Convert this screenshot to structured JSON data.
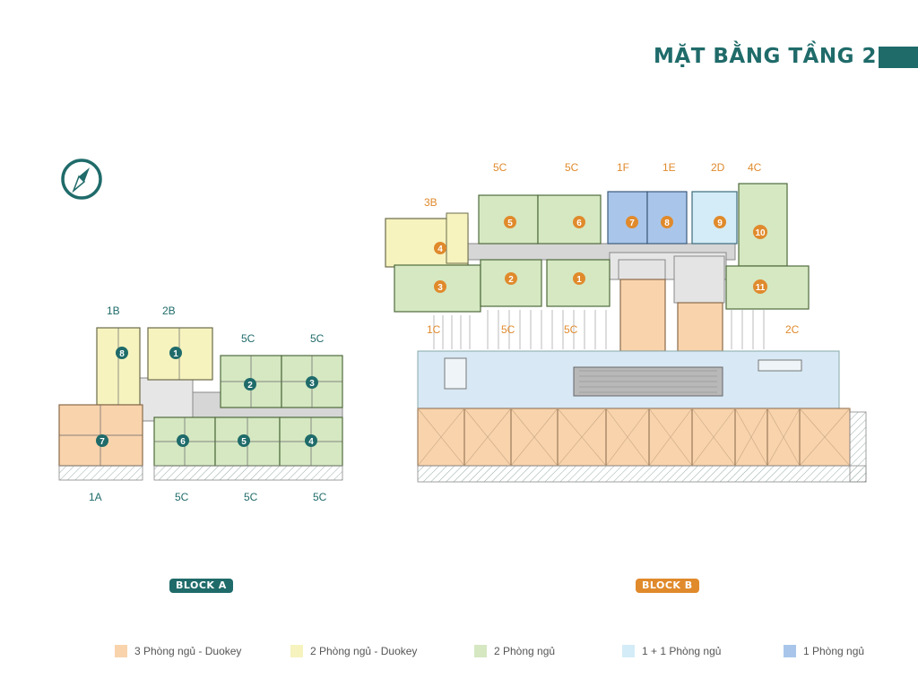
{
  "header": {
    "title": "MẶT BẰNG TẦNG 2"
  },
  "colors": {
    "brand_teal": "#1f6b6a",
    "block_b_orange": "#e08a2c",
    "three_bed_duokey": "#f8d3ac",
    "two_bed_duokey": "#f6f3bf",
    "two_bed": "#d5e8c2",
    "one_plus_one": "#d4ecf7",
    "one_bed": "#a9c6ea"
  },
  "block_a": {
    "label": "BLOCK A",
    "unit_types": {
      "1B": "1B",
      "2B": "2B",
      "5C_1": "5C",
      "5C_2": "5C",
      "1A": "1A",
      "5C_3": "5C",
      "5C_4": "5C",
      "5C_5": "5C"
    },
    "numbers": {
      "n1": "1",
      "n2": "2",
      "n3": "3",
      "n4": "4",
      "n5": "5",
      "n6": "6",
      "n7": "7",
      "n8": "8"
    }
  },
  "block_b": {
    "label": "BLOCK B",
    "unit_types": {
      "5C_1": "5C",
      "5C_2": "5C",
      "1F": "1F",
      "1E": "1E",
      "2D": "2D",
      "4C": "4C",
      "3B": "3B",
      "1C": "1C",
      "5C_3": "5C",
      "5C_4": "5C",
      "2C": "2C"
    },
    "numbers": {
      "n1": "1",
      "n2": "2",
      "n3": "3",
      "n4": "4",
      "n5": "5",
      "n6": "6",
      "n7": "7",
      "n8": "8",
      "n9": "9",
      "n10": "10",
      "n11": "11"
    }
  },
  "legend": [
    {
      "label": "3 Phòng ngủ - Duokey",
      "color": "#f8d3ac"
    },
    {
      "label": "2 Phòng ngủ - Duokey",
      "color": "#f6f3bf"
    },
    {
      "label": "2 Phòng ngủ",
      "color": "#d5e8c2"
    },
    {
      "label": "1 + 1 Phòng ngủ",
      "color": "#d4ecf7"
    },
    {
      "label": "1 Phòng ngủ",
      "color": "#a9c6ea"
    }
  ]
}
